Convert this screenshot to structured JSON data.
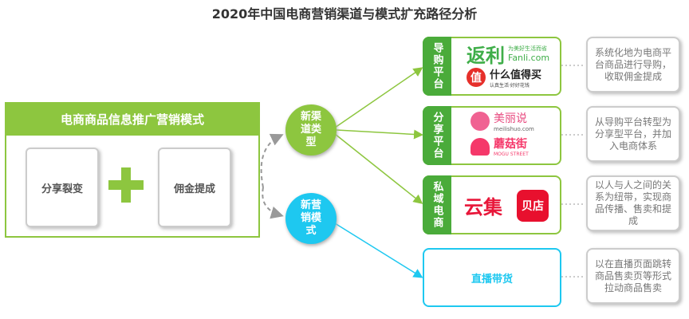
{
  "title": "2020年中国电商营销渠道与模式扩充路径分析",
  "left": {
    "header": "电商商品信息推广营销模式",
    "box1": "分享裂变",
    "box2": "佣金提成"
  },
  "circles": {
    "channel": "新渠道类型",
    "marketing": "新营销模式"
  },
  "channels": [
    {
      "tab": "导购平台",
      "logos": [
        {
          "name": "返利",
          "sub": "为美好生活而省",
          "en": "Fanli.com"
        },
        {
          "name": "什么值得买",
          "icon": "值",
          "sub": "认真生活·好好花钱"
        }
      ],
      "desc": "系统化地为电商平台商品进行导购，收取佣金提成"
    },
    {
      "tab": "分享平台",
      "logos": [
        {
          "name": "美丽说",
          "en": "meilishuo.com"
        },
        {
          "name": "蘑菇街",
          "en": "MOGU STREET"
        }
      ],
      "desc": "从导购平台转型为分享型平台，并加入电商体系"
    },
    {
      "tab": "私域电商",
      "logos": [
        {
          "name": "云集"
        },
        {
          "name": "贝店"
        }
      ],
      "desc": "以人与人之间的关系为纽带，实现商品传播、售卖和提成"
    },
    {
      "label": "直播带货",
      "desc": "以在直播页面跳转商品售卖页等形式拉动商品售卖"
    }
  ],
  "colors": {
    "green": "#8dc63f",
    "dark_green": "#4aab3a",
    "cyan": "#1ec8f0"
  }
}
